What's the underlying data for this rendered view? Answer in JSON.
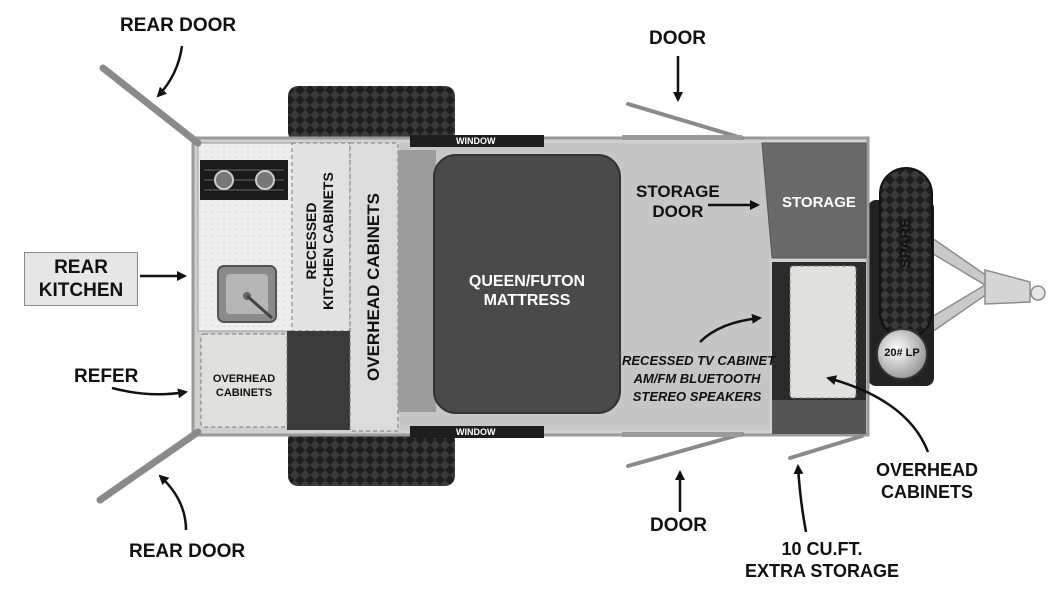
{
  "labels": {
    "rear_door_top": "REAR DOOR",
    "rear_door_bottom": "REAR DOOR",
    "door_top": "DOOR",
    "door_bottom": "DOOR",
    "rear_kitchen_line1": "REAR",
    "rear_kitchen_line2": "KITCHEN",
    "refer": "REFER",
    "storage_door_line1": "STORAGE",
    "storage_door_line2": "DOOR",
    "storage": "STORAGE",
    "window_top": "WINDOW",
    "window_bottom": "WINDOW",
    "recessed_kitchen_line1": "RECESSED",
    "recessed_kitchen_line2": "KITCHEN CABINETS",
    "overhead_cabinets_vertical": "OVERHEAD CABINETS",
    "mattress_line1": "QUEEN/FUTON",
    "mattress_line2": "MATTRESS",
    "overhead_small_line1": "OVERHEAD",
    "overhead_small_line2": "CABINETS",
    "tv_line1": "RECESSED TV CABINET",
    "tv_line2": "AM/FM BLUETOOTH",
    "tv_line3": "STEREO SPEAKERS",
    "spare": "SPARE",
    "lp": "20# LP",
    "overhead_right_line1": "OVERHEAD",
    "overhead_right_line2": "CABINETS",
    "extra_storage_line1": "10 CU.FT.",
    "extra_storage_line2": "EXTRA STORAGE"
  }
}
